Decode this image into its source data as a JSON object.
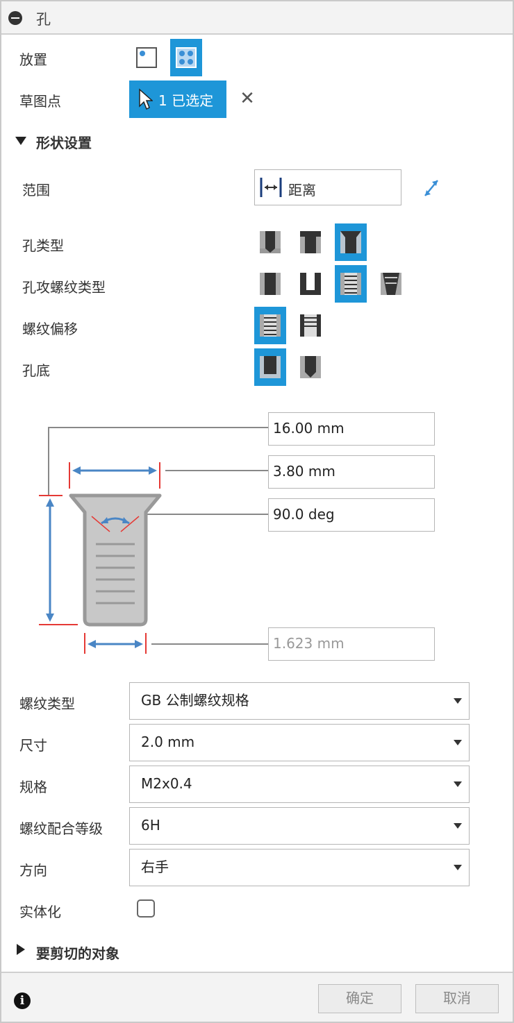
{
  "title": "孔",
  "placement": {
    "label": "放置"
  },
  "sketch_points": {
    "label": "草图点",
    "selection": "1 已选定",
    "clear_glyph": "✕"
  },
  "shape_settings": {
    "header": "形状设置"
  },
  "extent": {
    "label": "范围",
    "value": "距离"
  },
  "hole_type": {
    "label": "孔类型",
    "selected_index": 2
  },
  "hole_tap_type": {
    "label": "孔攻螺纹类型",
    "selected_index": 2
  },
  "thread_offset": {
    "label": "螺纹偏移",
    "selected_index": 0
  },
  "hole_bottom": {
    "label": "孔底",
    "selected_index": 0
  },
  "dimensions": {
    "depth": "16.00 mm",
    "countersink_diameter": "3.80 mm",
    "countersink_angle": "90.0 deg",
    "hole_diameter": "1.623 mm"
  },
  "thread_type": {
    "label": "螺纹类型",
    "value": "GB 公制螺纹规格"
  },
  "size": {
    "label": "尺寸",
    "value": "2.0 mm"
  },
  "designation": {
    "label": "规格",
    "value": "M2x0.4"
  },
  "thread_class": {
    "label": "螺纹配合等级",
    "value": "6H"
  },
  "direction": {
    "label": "方向",
    "value": "右手"
  },
  "modeled": {
    "label": "实体化",
    "checked": false
  },
  "objects_to_cut": {
    "header": "要剪切的对象"
  },
  "footer": {
    "ok": "确定",
    "cancel": "取消"
  },
  "colors": {
    "accent": "#1e96d8",
    "dimension_line": "#4a86c5",
    "limit_marker": "#e53935"
  }
}
